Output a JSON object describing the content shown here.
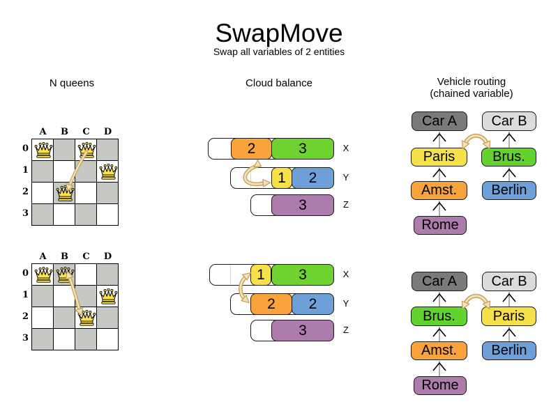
{
  "title": "SwapMove",
  "subtitle": "Swap all variables of 2 entities",
  "nqueens": {
    "label": "N queens",
    "cols": [
      "A",
      "B",
      "C",
      "D"
    ],
    "rows": [
      "0",
      "1",
      "2",
      "3"
    ],
    "before": {
      "queen_cells": [
        "A0",
        "C0",
        "D1",
        "B2"
      ],
      "swap_cells": [
        "C0",
        "B2"
      ]
    },
    "after": {
      "queen_cells": [
        "A0",
        "B0",
        "D1",
        "C2"
      ],
      "swap_cells": [
        "B0",
        "C2"
      ]
    }
  },
  "cloud": {
    "label": "Cloud balance",
    "computer_labels": [
      "X",
      "Y",
      "Z"
    ],
    "before": {
      "x": [
        "2",
        "3"
      ],
      "y": [
        "1",
        "2"
      ],
      "z": [
        "3"
      ]
    },
    "after": {
      "x": [
        "1",
        "3"
      ],
      "y": [
        "2",
        "2"
      ],
      "z": [
        "3"
      ]
    },
    "swap": "process 2 on X ↔ process 1 on Y"
  },
  "vehicle": {
    "label": "Vehicle routing",
    "sublabel": "(chained variable)",
    "before": {
      "chain_a": [
        "Car A",
        "Paris",
        "Amst.",
        "Rome"
      ],
      "chain_b": [
        "Car B",
        "Brus.",
        "Berlin"
      ]
    },
    "after": {
      "chain_a": [
        "Car A",
        "Brus.",
        "Amst.",
        "Rome"
      ],
      "chain_b": [
        "Car B",
        "Paris",
        "Berlin"
      ]
    },
    "swap": "Paris ↔ Brus."
  },
  "colors": {
    "orange": "#F8A33B",
    "green": "#6FD230",
    "yellow": "#F6E14B",
    "blue": "#6F9FD8",
    "purple": "#AC7CAC",
    "car_a_gray": "#7A7A7A",
    "car_b_gray": "#DCDCDC",
    "board_dark_square": "#C6C9C3",
    "swap_arrow_outline": "#C9A157",
    "swap_arrow_fill": "#F3E2BD",
    "queen_gold": "#FFE14F"
  }
}
